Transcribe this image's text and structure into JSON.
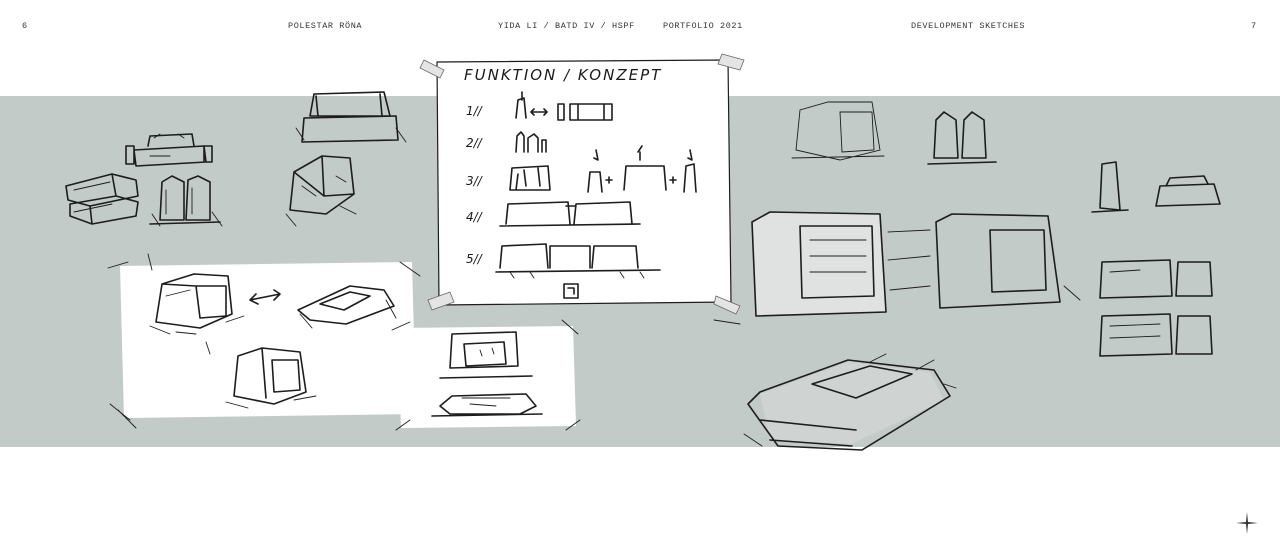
{
  "header": {
    "page_left": "6",
    "project": "POLESTAR RÖNA",
    "author": "YIDA LI / BATD IV / HSPF",
    "portfolio": "PORTFOLIO 2021",
    "section": "DEVELOPMENT SKETCHES",
    "page_right": "7"
  },
  "poster": {
    "title": "FUNKTION / KONZEPT",
    "steps": [
      "1//",
      "2//",
      "3//",
      "4//",
      "5//"
    ]
  },
  "colors": {
    "band": "#c3cbc8",
    "ink": "#1d1d1d",
    "paper": "#ffffff"
  },
  "icons": {
    "brand": "polestar-star-icon"
  }
}
